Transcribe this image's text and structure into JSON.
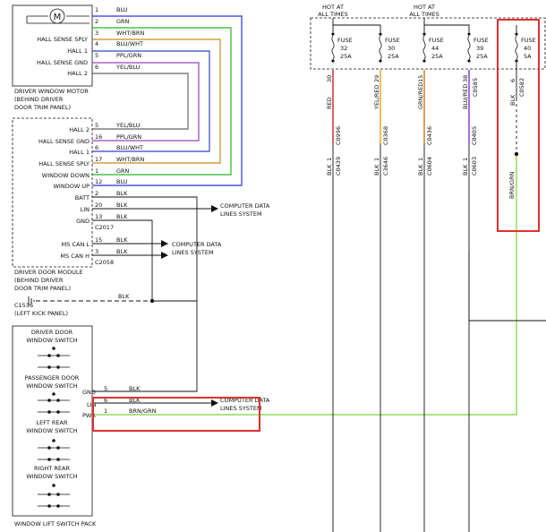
{
  "diagram": {
    "motor_pins": [
      {
        "no": "1",
        "color": "BLU",
        "label": ""
      },
      {
        "no": "2",
        "color": "GRN",
        "label": ""
      },
      {
        "no": "3",
        "color": "WHT/BRN",
        "label": "HALL SENSE SPLY"
      },
      {
        "no": "4",
        "color": "BLU/WHT",
        "label": "HALL 1"
      },
      {
        "no": "5",
        "color": "PPL/GRN",
        "label": "HALL SENSE GND"
      },
      {
        "no": "6",
        "color": "YEL/BLU",
        "label": "HALL 2"
      }
    ],
    "motor_caption": [
      "DRIVER WINDOW MOTOR",
      "(BEHIND DRIVER",
      "DOOR TRIM PANEL)"
    ],
    "module_pins": [
      {
        "no": "5",
        "color": "YEL/BLU",
        "label": "HALL 2"
      },
      {
        "no": "16",
        "color": "PPL/GRN",
        "label": "HALL SENSE GND"
      },
      {
        "no": "6",
        "color": "BLU/WHT",
        "label": "HALL 1"
      },
      {
        "no": "17",
        "color": "WHT/BRN",
        "label": "HALL SENSE SPLY"
      },
      {
        "no": "1",
        "color": "GRN",
        "label": "WINDOW DOWN"
      },
      {
        "no": "12",
        "color": "BLU",
        "label": "WINDOW UP"
      },
      {
        "no": "2",
        "color": "BLK",
        "label": "BATT"
      },
      {
        "no": "20",
        "color": "BLK",
        "label": "LIN"
      },
      {
        "no": "13",
        "color": "BLK",
        "label": "GND"
      }
    ],
    "module_connector_1": "C2017",
    "ms_pins": [
      {
        "no": "15",
        "color": "BLK",
        "label": "MS CAN L"
      },
      {
        "no": "3",
        "color": "BLK",
        "label": "MS CAN H"
      }
    ],
    "module_connector_2": "C2058",
    "module_caption": [
      "DRIVER DOOR MODULE",
      "(BEHIND DRIVER",
      "DOOR TRIM PANEL)"
    ],
    "computer_data": [
      "COMPUTER DATA",
      "LINES SYSTEM"
    ],
    "ground_wire_color": "BLK",
    "ground_ref": [
      "C1536",
      "(LEFT KICK PANEL)"
    ],
    "switch_pack": {
      "switches": [
        [
          "DRIVER DOOR",
          "WINDOW SWITCH"
        ],
        [
          "PASSENGER DOOR",
          "WINDOW SWITCH"
        ],
        [
          "LEFT REAR",
          "WINDOW SWITCH"
        ],
        [
          "RIGHT REAR",
          "WINDOW SWITCH"
        ]
      ],
      "pins": [
        {
          "label": "GND",
          "no": "5",
          "color": "BLK"
        },
        {
          "label": "LIN",
          "no": "6",
          "color": "BLK"
        },
        {
          "label": "PWR",
          "no": "1",
          "color": "BRN/GRN"
        }
      ],
      "caption": "WINDOW LIFT SWITCH PACK"
    },
    "hot_labels": [
      [
        "HOT AT",
        "ALL TIMES"
      ],
      [
        "HOT AT",
        "ALL TIMES"
      ]
    ],
    "fuses": [
      {
        "word": "FUSE",
        "num": "32",
        "amp": "25A",
        "circuit": "30",
        "wire": "RED",
        "conn1": "C0996",
        "pin": "1",
        "conn2": "C0439",
        "ground": "BLK",
        "wire_hex": "#cc2222"
      },
      {
        "word": "FUSE",
        "num": "30",
        "amp": "25A",
        "circuit": "29",
        "wire": "YEL/RED",
        "conn1": "C0368",
        "pin": "1",
        "conn2": "C3646",
        "ground": "BLK",
        "wire_hex": "#e0a020"
      },
      {
        "word": "FUSE",
        "num": "44",
        "amp": "25A",
        "circuit": "15",
        "wire": "GRN/RED",
        "conn1": "C0436",
        "pin": "1",
        "conn2": "C0604",
        "ground": "BLK",
        "wire_hex": "#c87818"
      },
      {
        "word": "FUSE",
        "num": "39",
        "amp": "25A",
        "circuit": "38",
        "wire": "BLU/RED",
        "conn1": "C0405",
        "pin": "1",
        "conn2": "C0603",
        "ground": "BLK",
        "wire_hex": "#8a2ad0"
      },
      {
        "word": "FUSE",
        "num": "40",
        "amp": "5A",
        "circuit": "6",
        "conn1": "C0582",
        "ground": "BLK",
        "wire": "BRN/GRN",
        "wire_hex": "#7dd13a"
      }
    ],
    "extra_connector": "C0585"
  },
  "colors": {
    "blu": "#2233dd",
    "grn": "#22bb22",
    "wht_brn": "#cc8822",
    "blu_wht": "#3344cc",
    "ppl_grn": "#9944bb",
    "yel_blu": "#666666",
    "brn_grn": "#7dd13a",
    "highlight": "#e03030"
  }
}
